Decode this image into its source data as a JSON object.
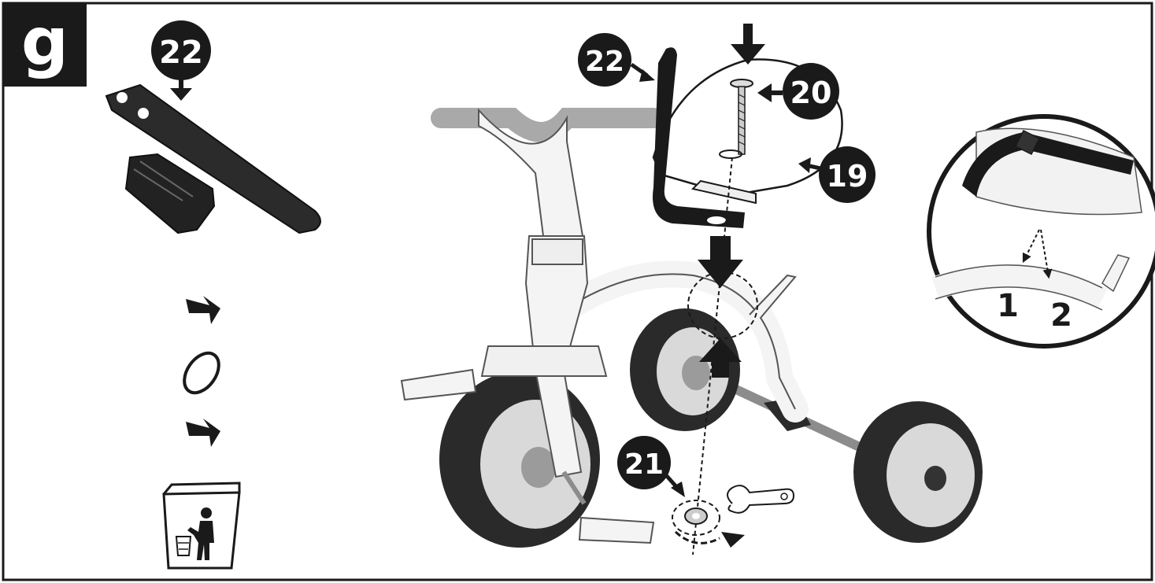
{
  "step": {
    "label": "g"
  },
  "parts": {
    "strap_number": "22",
    "strap_on_seat_number": "22",
    "bolt_number": "20",
    "seat_number": "19",
    "nut_number": "21"
  },
  "detail": {
    "position_1": "1",
    "position_2": "2"
  },
  "colors": {
    "ink": "#1a1a1a",
    "frame": "#f4f4f4",
    "tire": "#2a2a2a",
    "hub": "#d9d9d9",
    "grip": "#a9a9a9",
    "axle": "#8c8c8c"
  },
  "icons": {
    "trash": "trash-bin-icon",
    "ring": "o-ring-icon",
    "wrench": "wrench-icon"
  }
}
